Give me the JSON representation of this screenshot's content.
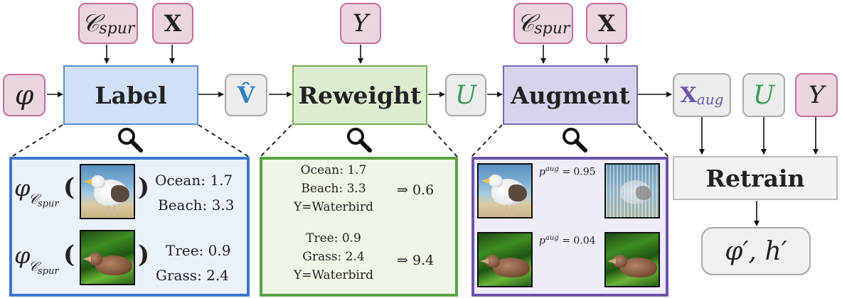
{
  "inputs": {
    "phi": "φ",
    "c_spur_main": "𝒞",
    "c_spur_sub": "spur",
    "x_bold": "X",
    "y_label": "Y"
  },
  "stages": {
    "label": "Label",
    "reweight": "Reweight",
    "augment": "Augment",
    "retrain": "Retrain"
  },
  "intermediates": {
    "v_hat": "V̂",
    "u": "U",
    "x_aug_main": "X",
    "x_aug_sub": "aug",
    "final_output": "φ′, h′"
  },
  "label_panel": {
    "rows": [
      {
        "func": "φ",
        "sub_main": "𝒞",
        "sub_sub": "spur",
        "open": "(",
        "close": ")",
        "attrs": [
          {
            "name": "Ocean:",
            "value": "1.7"
          },
          {
            "name": "Beach:",
            "value": "3.3"
          }
        ]
      },
      {
        "func": "φ",
        "sub_main": "𝒞",
        "sub_sub": "spur",
        "open": "(",
        "close": ")",
        "attrs": [
          {
            "name": "Tree:",
            "value": "0.9"
          },
          {
            "name": "Grass:",
            "value": "2.4"
          }
        ]
      }
    ]
  },
  "reweight_panel": {
    "rows": [
      {
        "lines": [
          "Ocean:  1.7",
          "Beach:  3.3",
          "Y=Waterbird"
        ],
        "arrow": "⇒",
        "weight": "0.6"
      },
      {
        "lines": [
          "Tree:  0.9",
          "Grass:  2.4",
          "Y=Waterbird"
        ],
        "arrow": "⇒",
        "weight": "9.4"
      }
    ]
  },
  "augment_panel": {
    "rows": [
      {
        "p_label": "p",
        "p_sup": "aug",
        "p_value": "= 0.95"
      },
      {
        "p_label": "p",
        "p_sup": "aug",
        "p_value": "= 0.04"
      }
    ]
  },
  "colors": {
    "pink_fill": "#ecd4e0",
    "pink_border": "#c26f95",
    "blue": "#3b76d2",
    "green": "#5aa343",
    "purple": "#6c54ad",
    "vhat_color": "#2f7fbf",
    "u_color": "#3a9a5a",
    "xaug_color": "#6a55a8"
  },
  "icons": [
    "magnifier-icon",
    "arrow-icon"
  ]
}
